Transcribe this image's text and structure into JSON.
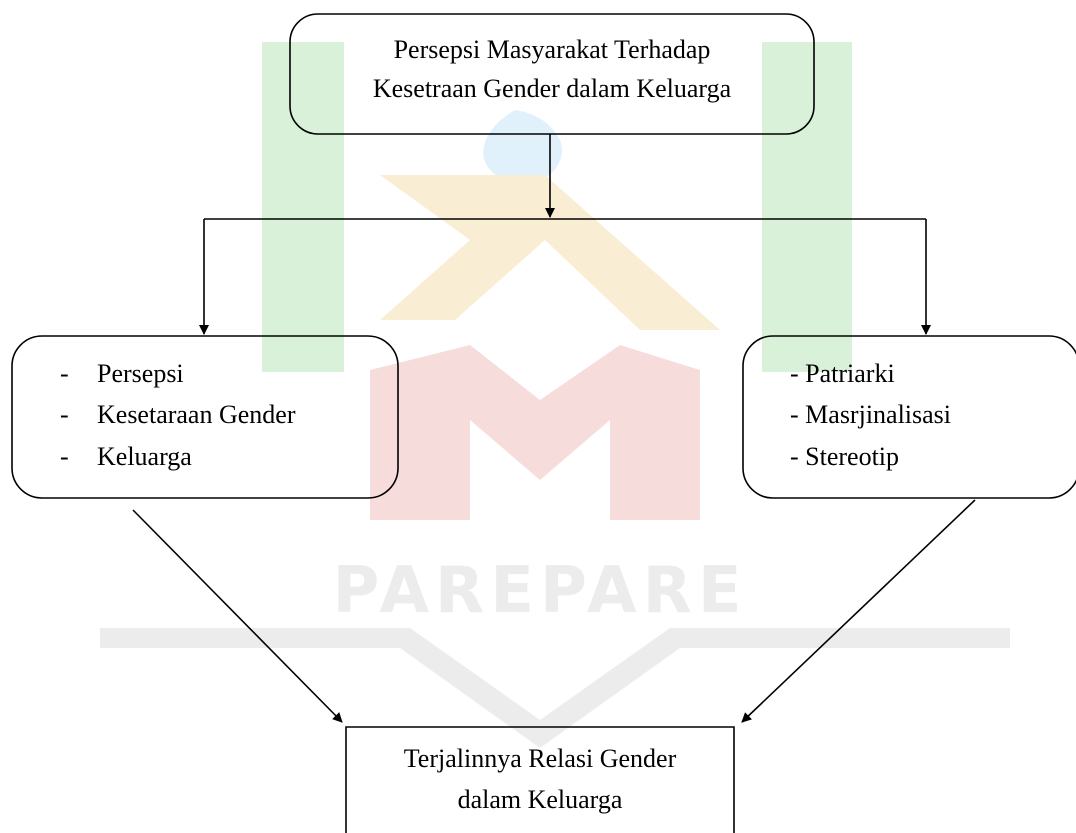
{
  "watermark": {
    "text": "PAREPARE",
    "colors": {
      "green": "#d9f0d9",
      "yellow": "#f9eed3",
      "red": "#f7dcdc",
      "blue": "#e1f1fb",
      "gray": "#ececec"
    }
  },
  "diagram": {
    "top_box": {
      "line1": "Persepsi Masyarakat Terhadap",
      "line2": "Kesetraan Gender dalam Keluarga"
    },
    "left_box": {
      "items": [
        {
          "bullet": "-",
          "label": "Persepsi"
        },
        {
          "bullet": "-",
          "label": "Kesetaraan Gender"
        },
        {
          "bullet": "-",
          "label": "Keluarga"
        }
      ]
    },
    "right_box": {
      "items": [
        {
          "label": "- Patriarki"
        },
        {
          "label": "- Masrjinalisasi"
        },
        {
          "label": "- Stereotip"
        }
      ]
    },
    "bottom_box": {
      "line1": "Terjalinnya Relasi Gender",
      "line2": "dalam Keluarga"
    }
  }
}
